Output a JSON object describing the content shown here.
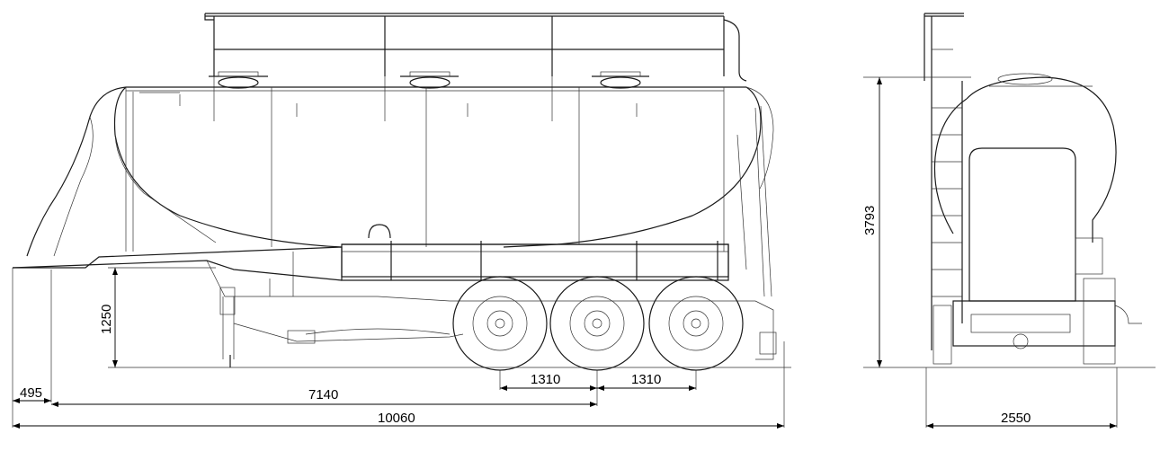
{
  "dimensions": {
    "front_overhang": "495",
    "kingpin_to_axles": "7140",
    "overall_length": "10060",
    "axle_spacing_1": "1310",
    "axle_spacing_2": "1310",
    "coupling_height": "1250",
    "overall_height": "3793",
    "overall_width": "2550"
  }
}
